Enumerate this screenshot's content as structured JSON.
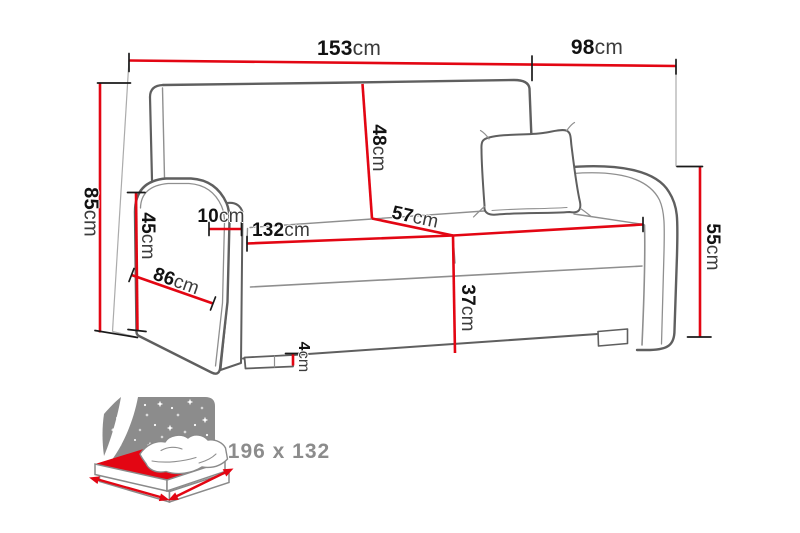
{
  "diagram_title": "sofa-dimension-diagram",
  "dimensions": {
    "total_width": {
      "value": "153",
      "unit": "cm"
    },
    "total_depth": {
      "value": "98",
      "unit": "cm"
    },
    "total_height": {
      "value": "85",
      "unit": "cm"
    },
    "armrest_front_height": {
      "value": "45",
      "unit": "cm"
    },
    "armrest_top_width": {
      "value": "10",
      "unit": "cm"
    },
    "seat_width": {
      "value": "132",
      "unit": "cm"
    },
    "base_depth": {
      "value": "86",
      "unit": "cm"
    },
    "backrest_height": {
      "value": "48",
      "unit": "cm"
    },
    "seat_depth": {
      "value": "57",
      "unit": "cm"
    },
    "seat_height": {
      "value": "37",
      "unit": "cm"
    },
    "armrest_height": {
      "value": "55",
      "unit": "cm"
    },
    "leg_height": {
      "value": "4",
      "unit": "cm"
    }
  },
  "sleeping_area": {
    "label": "196 x 132"
  },
  "icons": {
    "sofa": "sofa-line-drawing-icon",
    "sleep_function": "sofa-bed-night-icon",
    "stars": "star-icon",
    "arrows": "double-arrow-icon"
  },
  "colors": {
    "dimension_red": "#e30613",
    "outline_gray": "#5f5f5f",
    "icon_gray": "#8c8c8c",
    "label_dark": "#141414",
    "background": "#ffffff"
  }
}
